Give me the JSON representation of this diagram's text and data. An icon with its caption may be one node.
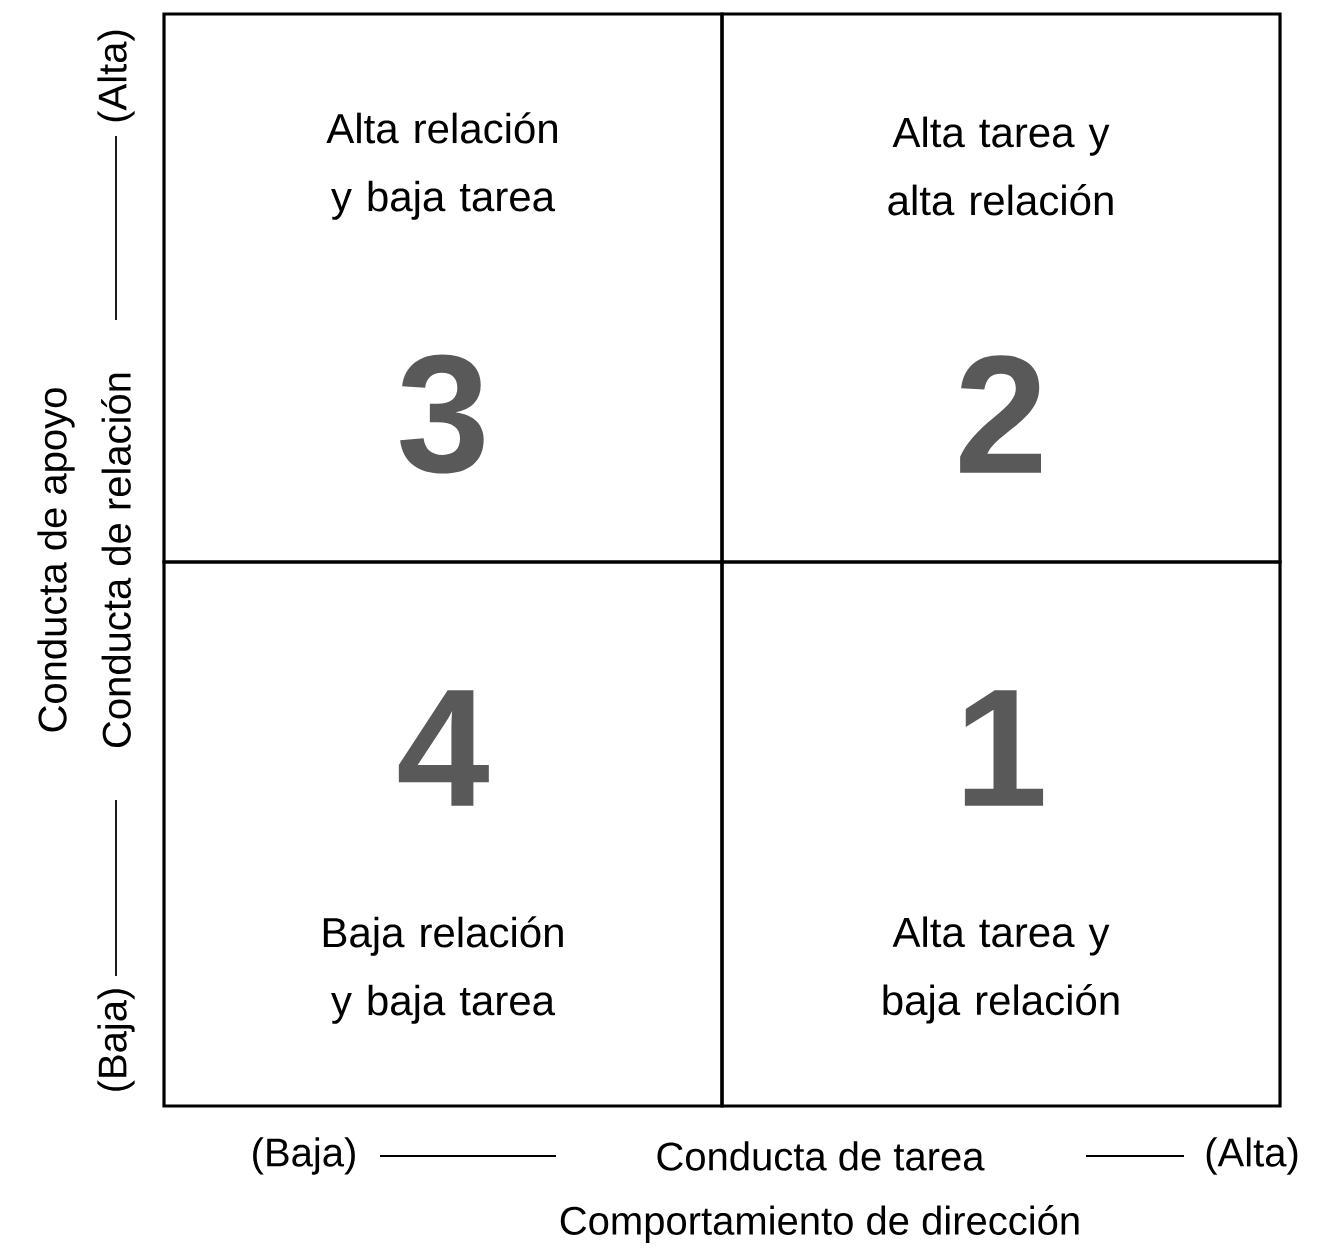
{
  "diagram": {
    "nodes": [
      {
        "text": [
          "Alta relación y baja tarea",
          "3"
        ]
      },
      {
        "text": [
          "Alta tarea y alta relación",
          "2"
        ]
      },
      {
        "text": [
          "4",
          "Baja relación y baja tarea"
        ]
      },
      {
        "text": [
          "1",
          "Alta tarea y baja relación"
        ]
      }
    ],
    "labels": [
      "(Alta)",
      "Conducta de relación",
      "(Baja)",
      "Conducta de apoyo",
      "(Baja)",
      "Conducta de tarea",
      "(Alta)",
      "Comportamiento de dirección"
    ]
  }
}
